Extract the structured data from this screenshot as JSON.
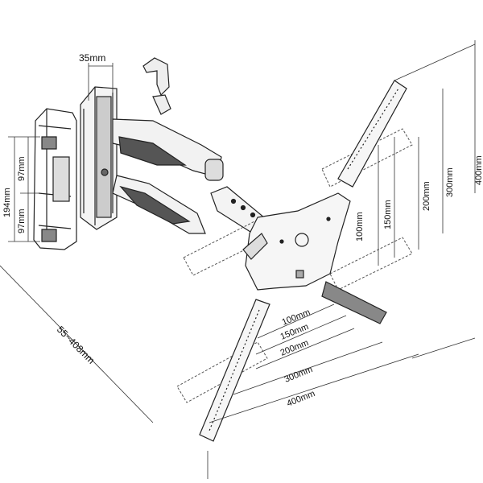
{
  "dimensions": {
    "arm_width": "35mm",
    "plate_spacing_a": "97mm",
    "plate_spacing_b": "97mm",
    "plate_height_partial": "194mm",
    "extension": "55~408mm",
    "vesa_h_100": "100mm",
    "vesa_h_150": "150mm",
    "vesa_h_200": "200mm",
    "vesa_h_300": "300mm",
    "vesa_h_400": "400mm",
    "vesa_v_100": "100mm",
    "vesa_v_150": "150mm",
    "vesa_v_200": "200mm",
    "vesa_v_300": "300mm",
    "vesa_v_400": "400mm"
  }
}
